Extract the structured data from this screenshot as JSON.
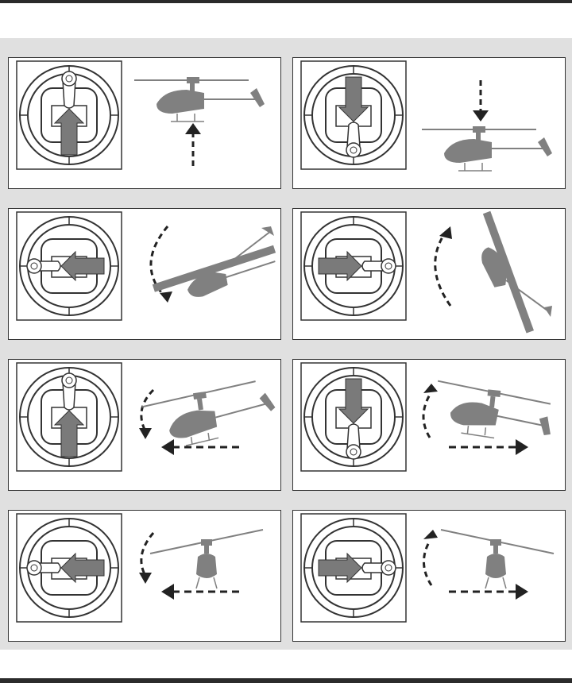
{
  "page": {
    "background": "#ffffff",
    "band_color": "#e0e0e0",
    "ink_color": "#333333",
    "fill_color": "#7a7a7a",
    "heli_color": "#808080"
  },
  "panels": [
    {
      "id": "climb-up",
      "stick": "up",
      "motion": "up-dashed-arrow",
      "heli": "side-level"
    },
    {
      "id": "descend-down",
      "stick": "down",
      "motion": "down-dashed-arrow",
      "heli": "side-level"
    },
    {
      "id": "roll-left",
      "stick": "left",
      "motion": "ccw-curve-arrow",
      "heli": "rolled-left"
    },
    {
      "id": "roll-right",
      "stick": "right",
      "motion": "cw-curve-arrow",
      "heli": "rolled-right"
    },
    {
      "id": "forward-pitch",
      "stick": "up",
      "motion": "left-dashed-arrow",
      "heli": "side-pitched"
    },
    {
      "id": "backward-pitch",
      "stick": "down",
      "motion": "right-dashed-arrow",
      "heli": "side-pitched"
    },
    {
      "id": "yaw-left",
      "stick": "left",
      "motion": "left-dashed-arrow",
      "heli": "rear-view"
    },
    {
      "id": "yaw-right",
      "stick": "right",
      "motion": "right-dashed-arrow",
      "heli": "rear-view"
    }
  ]
}
